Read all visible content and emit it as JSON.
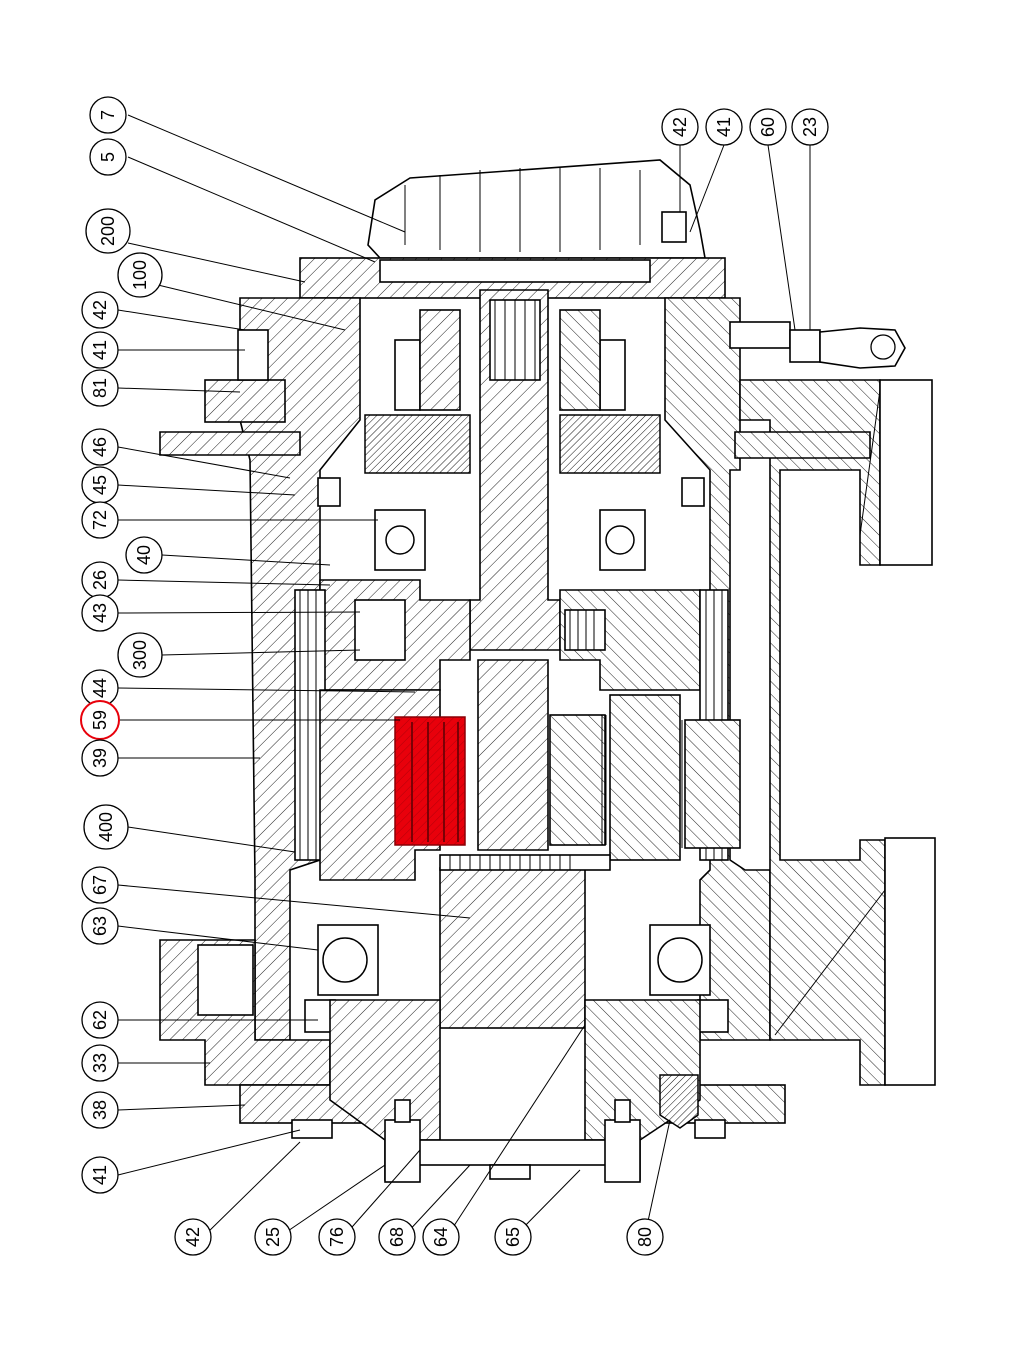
{
  "highlight": {
    "part": "59",
    "color": "#e8000b"
  },
  "balloons": {
    "left": [
      {
        "id": "b7",
        "label": "7"
      },
      {
        "id": "b5",
        "label": "5"
      },
      {
        "id": "b200",
        "label": "200"
      },
      {
        "id": "b100",
        "label": "100"
      },
      {
        "id": "b42a",
        "label": "42"
      },
      {
        "id": "b41a",
        "label": "41"
      },
      {
        "id": "b81",
        "label": "81"
      },
      {
        "id": "b46",
        "label": "46"
      },
      {
        "id": "b45",
        "label": "45"
      },
      {
        "id": "b72",
        "label": "72"
      },
      {
        "id": "b40",
        "label": "40"
      },
      {
        "id": "b26",
        "label": "26"
      },
      {
        "id": "b43",
        "label": "43"
      },
      {
        "id": "b300",
        "label": "300"
      },
      {
        "id": "b44",
        "label": "44"
      },
      {
        "id": "b59",
        "label": "59"
      },
      {
        "id": "b39",
        "label": "39"
      },
      {
        "id": "b400",
        "label": "400"
      },
      {
        "id": "b67",
        "label": "67"
      },
      {
        "id": "b63",
        "label": "63"
      },
      {
        "id": "b62",
        "label": "62"
      },
      {
        "id": "b33",
        "label": "33"
      },
      {
        "id": "b38",
        "label": "38"
      },
      {
        "id": "b41b",
        "label": "41"
      }
    ],
    "top": [
      {
        "id": "b42t",
        "label": "42"
      },
      {
        "id": "b41t",
        "label": "41"
      },
      {
        "id": "b60",
        "label": "60"
      },
      {
        "id": "b23",
        "label": "23"
      }
    ],
    "bottom": [
      {
        "id": "b42b",
        "label": "42"
      },
      {
        "id": "b25",
        "label": "25"
      },
      {
        "id": "b76",
        "label": "76"
      },
      {
        "id": "b68",
        "label": "68"
      },
      {
        "id": "b64",
        "label": "64"
      },
      {
        "id": "b65",
        "label": "65"
      },
      {
        "id": "b80",
        "label": "80"
      }
    ]
  }
}
